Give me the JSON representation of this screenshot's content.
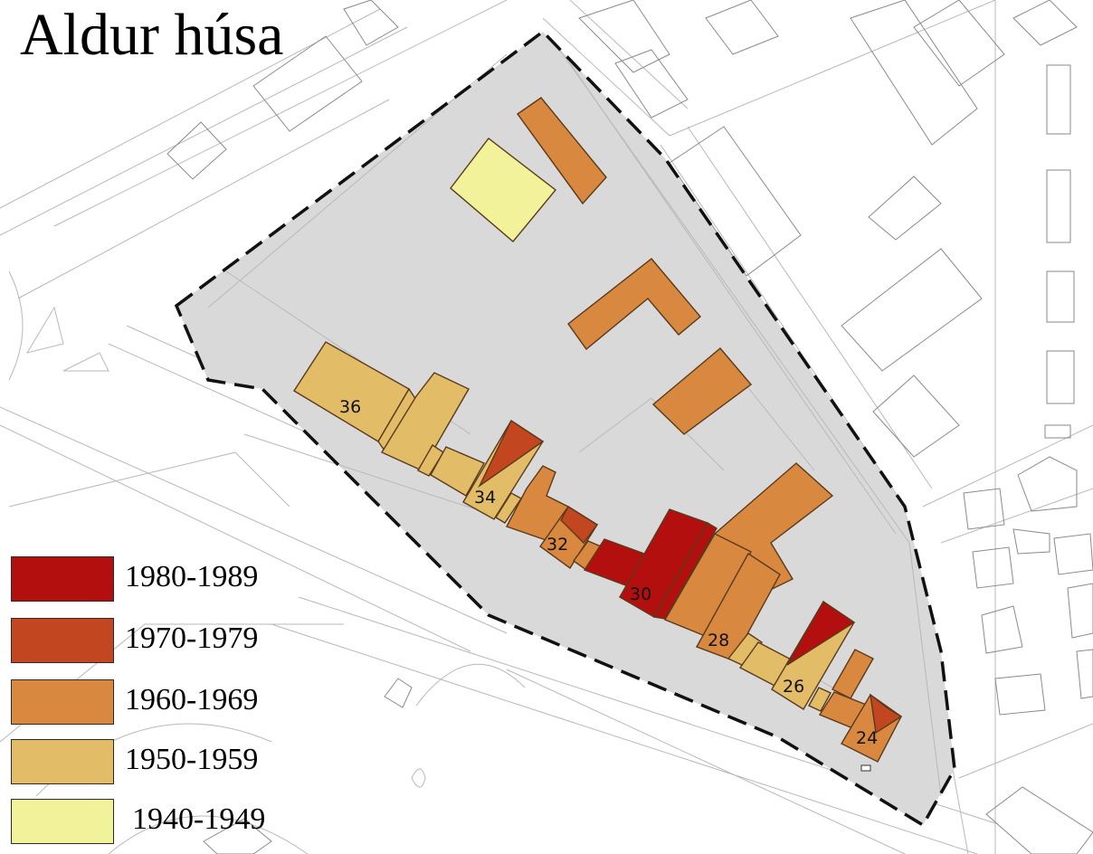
{
  "title": "Aldur húsa",
  "legend": [
    {
      "label": "1980-1989",
      "color": "#b30f0f"
    },
    {
      "label": "1970-1979",
      "color": "#c2461f"
    },
    {
      "label": "1960-1969",
      "color": "#d8883f"
    },
    {
      "label": "1950-1959",
      "color": "#e2bc66"
    },
    {
      "label": "1940-1949",
      "color": "#f2f29a"
    }
  ],
  "building_labels": [
    "36",
    "34",
    "32",
    "30",
    "28",
    "26",
    "24"
  ],
  "colors": {
    "site_fill": "#d9d9d9",
    "boundary": "#111111",
    "building_outline": "#5a3a1a"
  }
}
